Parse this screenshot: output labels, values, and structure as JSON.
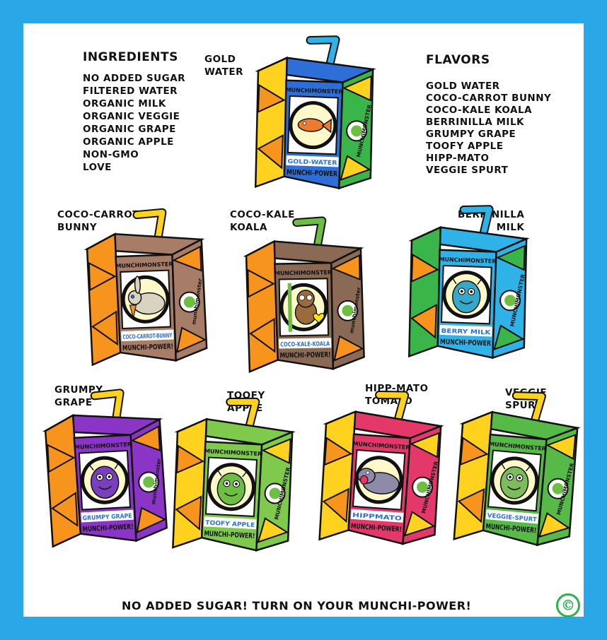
{
  "ingredients": {
    "title": "INGREDIENTS",
    "items": [
      "NO ADDED SUGAR",
      "FILTERED WATER",
      "ORGANIC MILK",
      "ORGANIC VEGGIE",
      "ORGANIC GRAPE",
      "ORGANIC APPLE",
      "NON-GMO",
      "LOVE"
    ]
  },
  "flavors": {
    "title": "FLAVORS",
    "items": [
      "GOLD WATER",
      "COCO-CARROT BUNNY",
      "COCO-KALE KOALA",
      "BERRINILLA MILK",
      "GRUMPY GRAPE",
      "TOOFY APPLE",
      "HIPP-MATO",
      "VEGGIE SPURT"
    ]
  },
  "labels": {
    "gold_water": "GOLD\nWATER",
    "coco_carrot": "COCO-CARROT\nBUNNY",
    "coco_kale": "COCO-KALE\nKOALA",
    "berrinilla": "BERRINILLA\nMILK",
    "grumpy": "GRUMPY\nGRAPE",
    "toofy": "TOOFY\nAPPLE",
    "hippmato": "HIPP-MATO\nTOMATO",
    "veggie": "VEGGIE\nSPURT"
  },
  "boxes": [
    {
      "id": "gold-water",
      "brand": "MUNCHIMONSTER",
      "side_brand": "MUNCHIMONSTER",
      "name": "GOLD-WATER",
      "power": "MUNCHI-POWER",
      "front_color": "#2d6fd6",
      "side_color": "#39b54a",
      "left_color": "#ffd21f",
      "straw_color": "#2fb2e8",
      "art_color": "#f07a2b",
      "art_icon": "fish-icon"
    },
    {
      "id": "coco-carrot-bunny",
      "brand": "MUNCHIMONSTER",
      "side_brand": "munchimonster",
      "name": "COCO-CARROT-BUNNY",
      "power": "MUNCHI-POWER!",
      "front_color": "#a87d68",
      "side_color": "#a87d68",
      "left_color": "#f7941d",
      "straw_color": "#ffd21f",
      "art_color": "#d9d3c2",
      "art_icon": "bunny-icon"
    },
    {
      "id": "coco-kale-koala",
      "brand": "MUNCHIMONSTER",
      "side_brand": "munchimonster",
      "name": "COCO-KALE-KOALA",
      "power": "MUNCHI-POWER!",
      "front_color": "#8a6a55",
      "side_color": "#8a6a55",
      "left_color": "#f7941d",
      "straw_color": "#6fbe44",
      "art_color": "#9b6b3e",
      "art_icon": "koala-icon"
    },
    {
      "id": "berrinilla-milk",
      "brand": "MUNCHIMONSTER",
      "side_brand": "MUNCHIMONSTER",
      "name": "BERRY MILK",
      "power": "MUNCHI-POWER",
      "front_color": "#2fb2e8",
      "side_color": "#2fb2e8",
      "left_color": "#39b54a",
      "straw_color": "#2fb2e8",
      "art_color": "#36a9c9",
      "art_icon": "berry-monster-icon"
    },
    {
      "id": "grumpy-grape",
      "brand": "MUNCHIMONSTER",
      "side_brand": "munchimonster",
      "name": "GRUMPY GRAPE",
      "power": "MUNCHI-POWER!",
      "front_color": "#8b35c6",
      "side_color": "#8b35c6",
      "left_color": "#f7941d",
      "straw_color": "#ffd21f",
      "art_color": "#7a3fbf",
      "art_icon": "grape-monster-icon"
    },
    {
      "id": "toofy-apple",
      "brand": "MUNCHIMONSTER",
      "side_brand": "MUNCHIMONSTER",
      "name": "TOOFY APPLE",
      "power": "MUNCHI-POWER!",
      "front_color": "#7fca4c",
      "side_color": "#7fca4c",
      "left_color": "#ffd21f",
      "straw_color": "#ffd21f",
      "art_color": "#6fbe44",
      "art_icon": "apple-monster-icon"
    },
    {
      "id": "hipp-mato",
      "brand": "MUNCHIMONSTER",
      "side_brand": "MUNCHIMONSTER",
      "name": "HIPPMATO",
      "power": "MUNCHI-POWER!",
      "front_color": "#e4386b",
      "side_color": "#e4386b",
      "left_color": "#ffd21f",
      "straw_color": "#ffd21f",
      "art_color": "#8f8aa8",
      "art_icon": "hippo-icon"
    },
    {
      "id": "veggie-spurt",
      "brand": "MUNCHIMONSTER",
      "side_brand": "MUNCHIMONSTER",
      "name": "VEGGIE-SPURT",
      "power": "MUNCHI-POWER!",
      "front_color": "#57b947",
      "side_color": "#57b947",
      "left_color": "#ffd21f",
      "straw_color": "#ffd21f",
      "art_color": "#7cbc5a",
      "art_icon": "veggie-monster-icon"
    }
  ],
  "slogan": "NO ADDED SUGAR! TURN ON YOUR MUNCHI-POWER!",
  "copyright_symbol": "©",
  "colors": {
    "background": "#2aa7e6",
    "panel": "#ffffff",
    "copyright": "#2bb24c"
  }
}
